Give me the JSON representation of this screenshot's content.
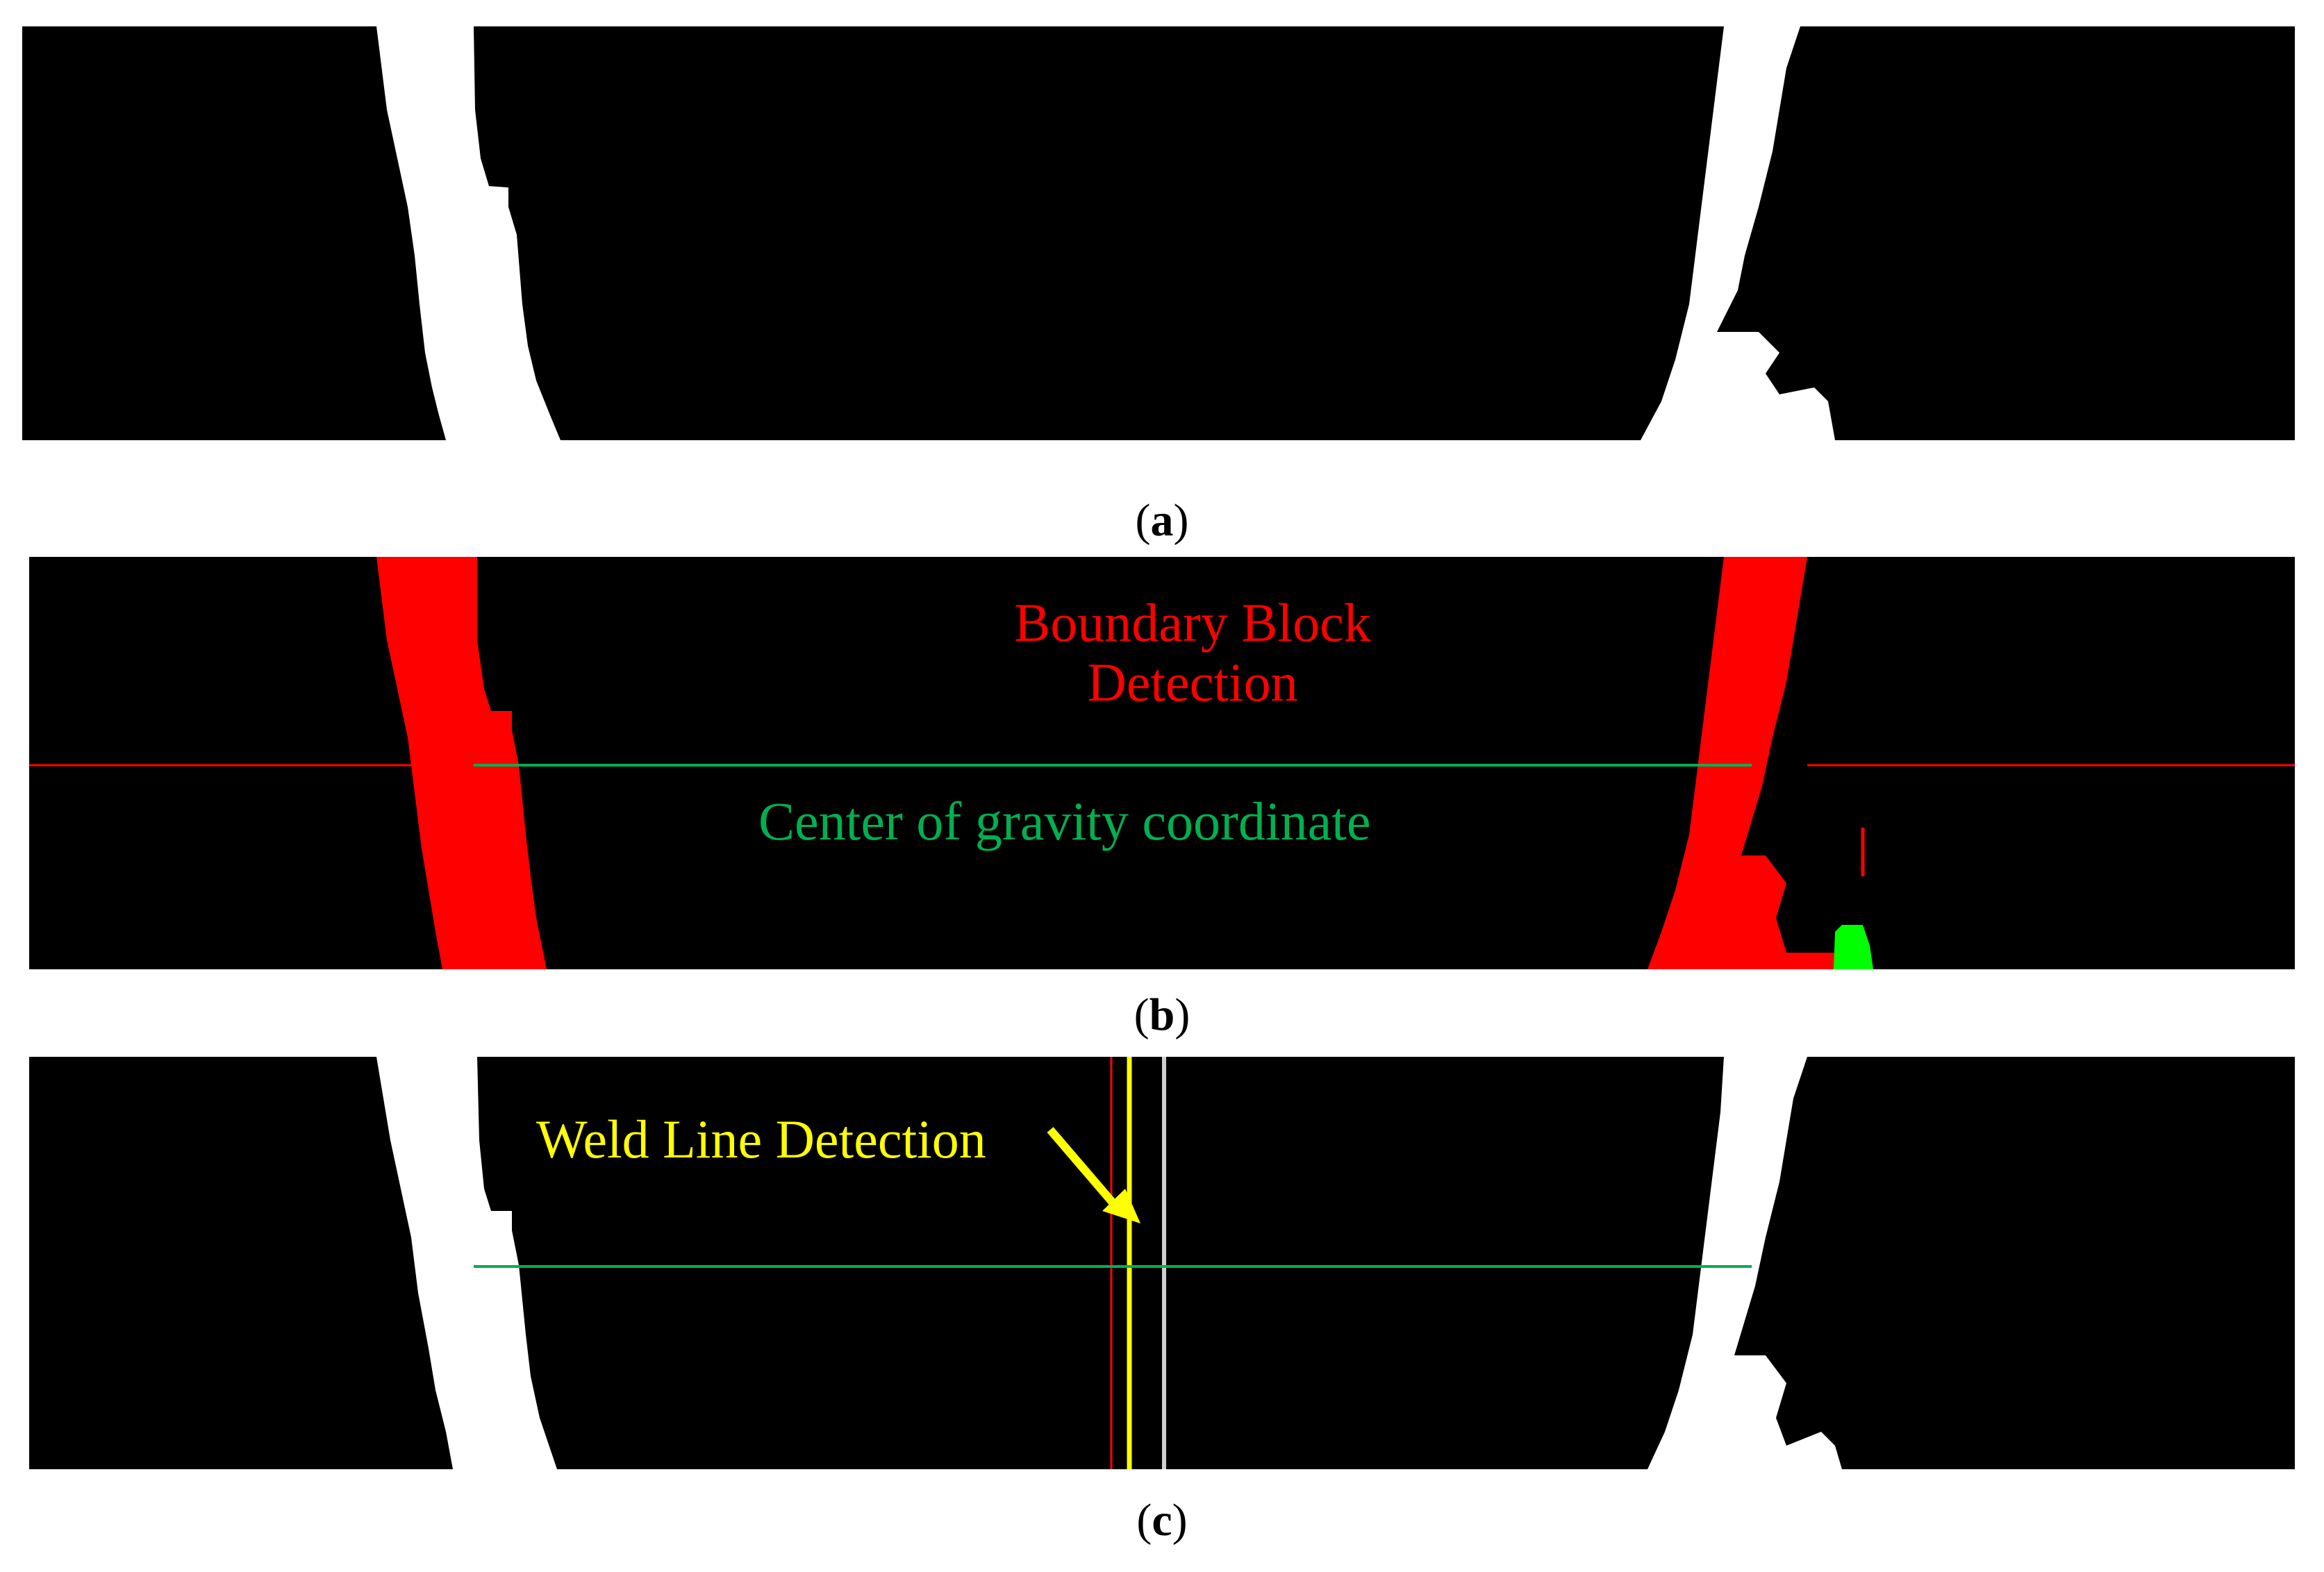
{
  "panels": {
    "a": {
      "caption_open": "(",
      "caption_letter": "a",
      "caption_close": ")"
    },
    "b": {
      "caption_open": "(",
      "caption_letter": "b",
      "caption_close": ")",
      "label_boundary_line1": "Boundary Block",
      "label_boundary_line2": "Detection",
      "label_gravity": "Center of gravity coordinate"
    },
    "c": {
      "caption_open": "(",
      "caption_letter": "c",
      "caption_close": ")",
      "label_weld": "Weld Line Detection"
    }
  },
  "colors": {
    "background": "#000000",
    "seam": "#ffffff",
    "boundary_block": "#ff0000",
    "gravity_line": "#00b050",
    "gravity_blob": "#00ff00",
    "weld_line": "#ffff00",
    "reference_line": "#d0d0d0"
  }
}
